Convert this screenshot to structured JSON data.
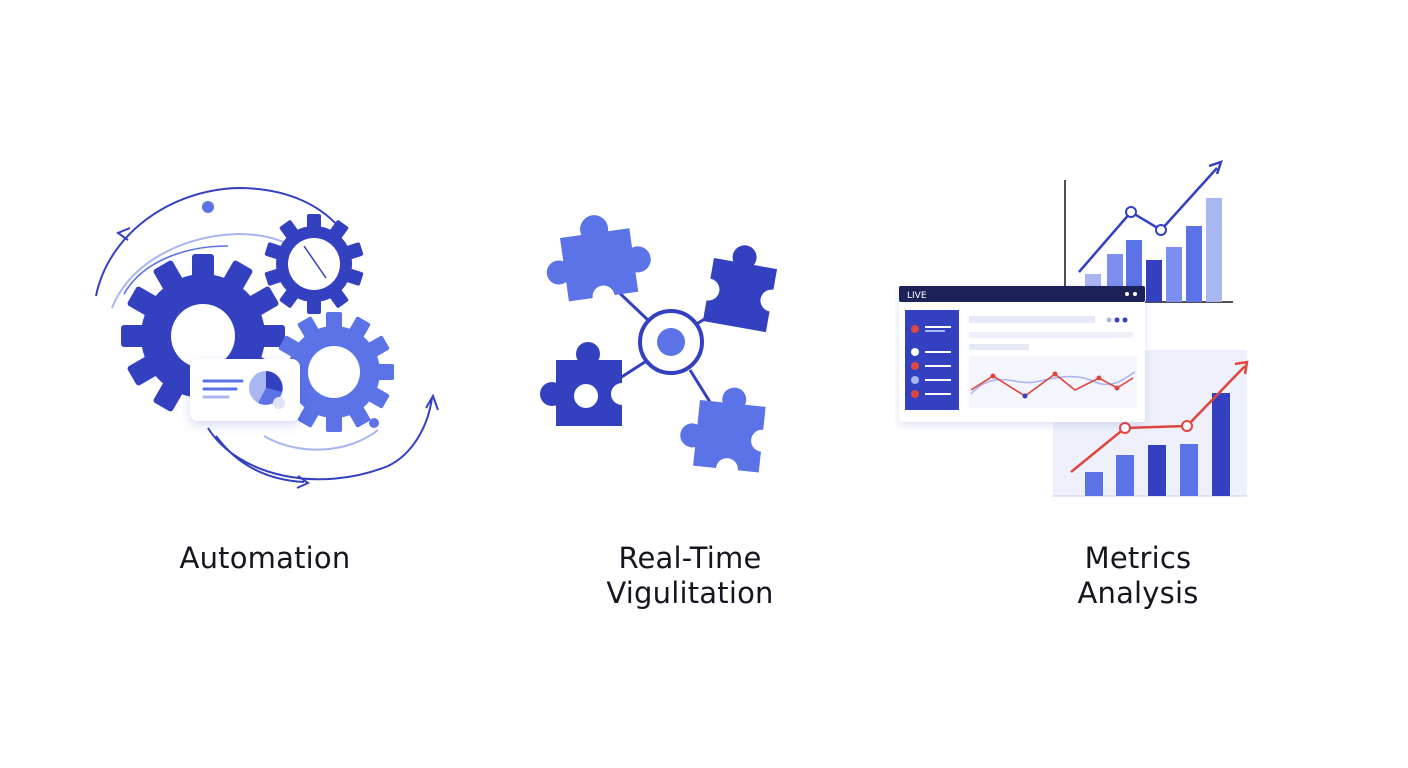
{
  "features": [
    {
      "icon": "gears-cycle-icon",
      "title_lines": [
        "Automation"
      ]
    },
    {
      "icon": "puzzle-network-icon",
      "title_lines": [
        "Real-Time",
        "Vigulitation"
      ]
    },
    {
      "icon": "analytics-dashboard-icon",
      "title_lines": [
        "Metrics",
        "Analysis"
      ],
      "dashboard_badge": "LIVE"
    }
  ],
  "colors": {
    "primary_dark": "#3341c0",
    "primary_mid": "#5b73e6",
    "primary_light": "#a8b6f2",
    "accent_red": "#e0463f",
    "text": "#14161f"
  }
}
